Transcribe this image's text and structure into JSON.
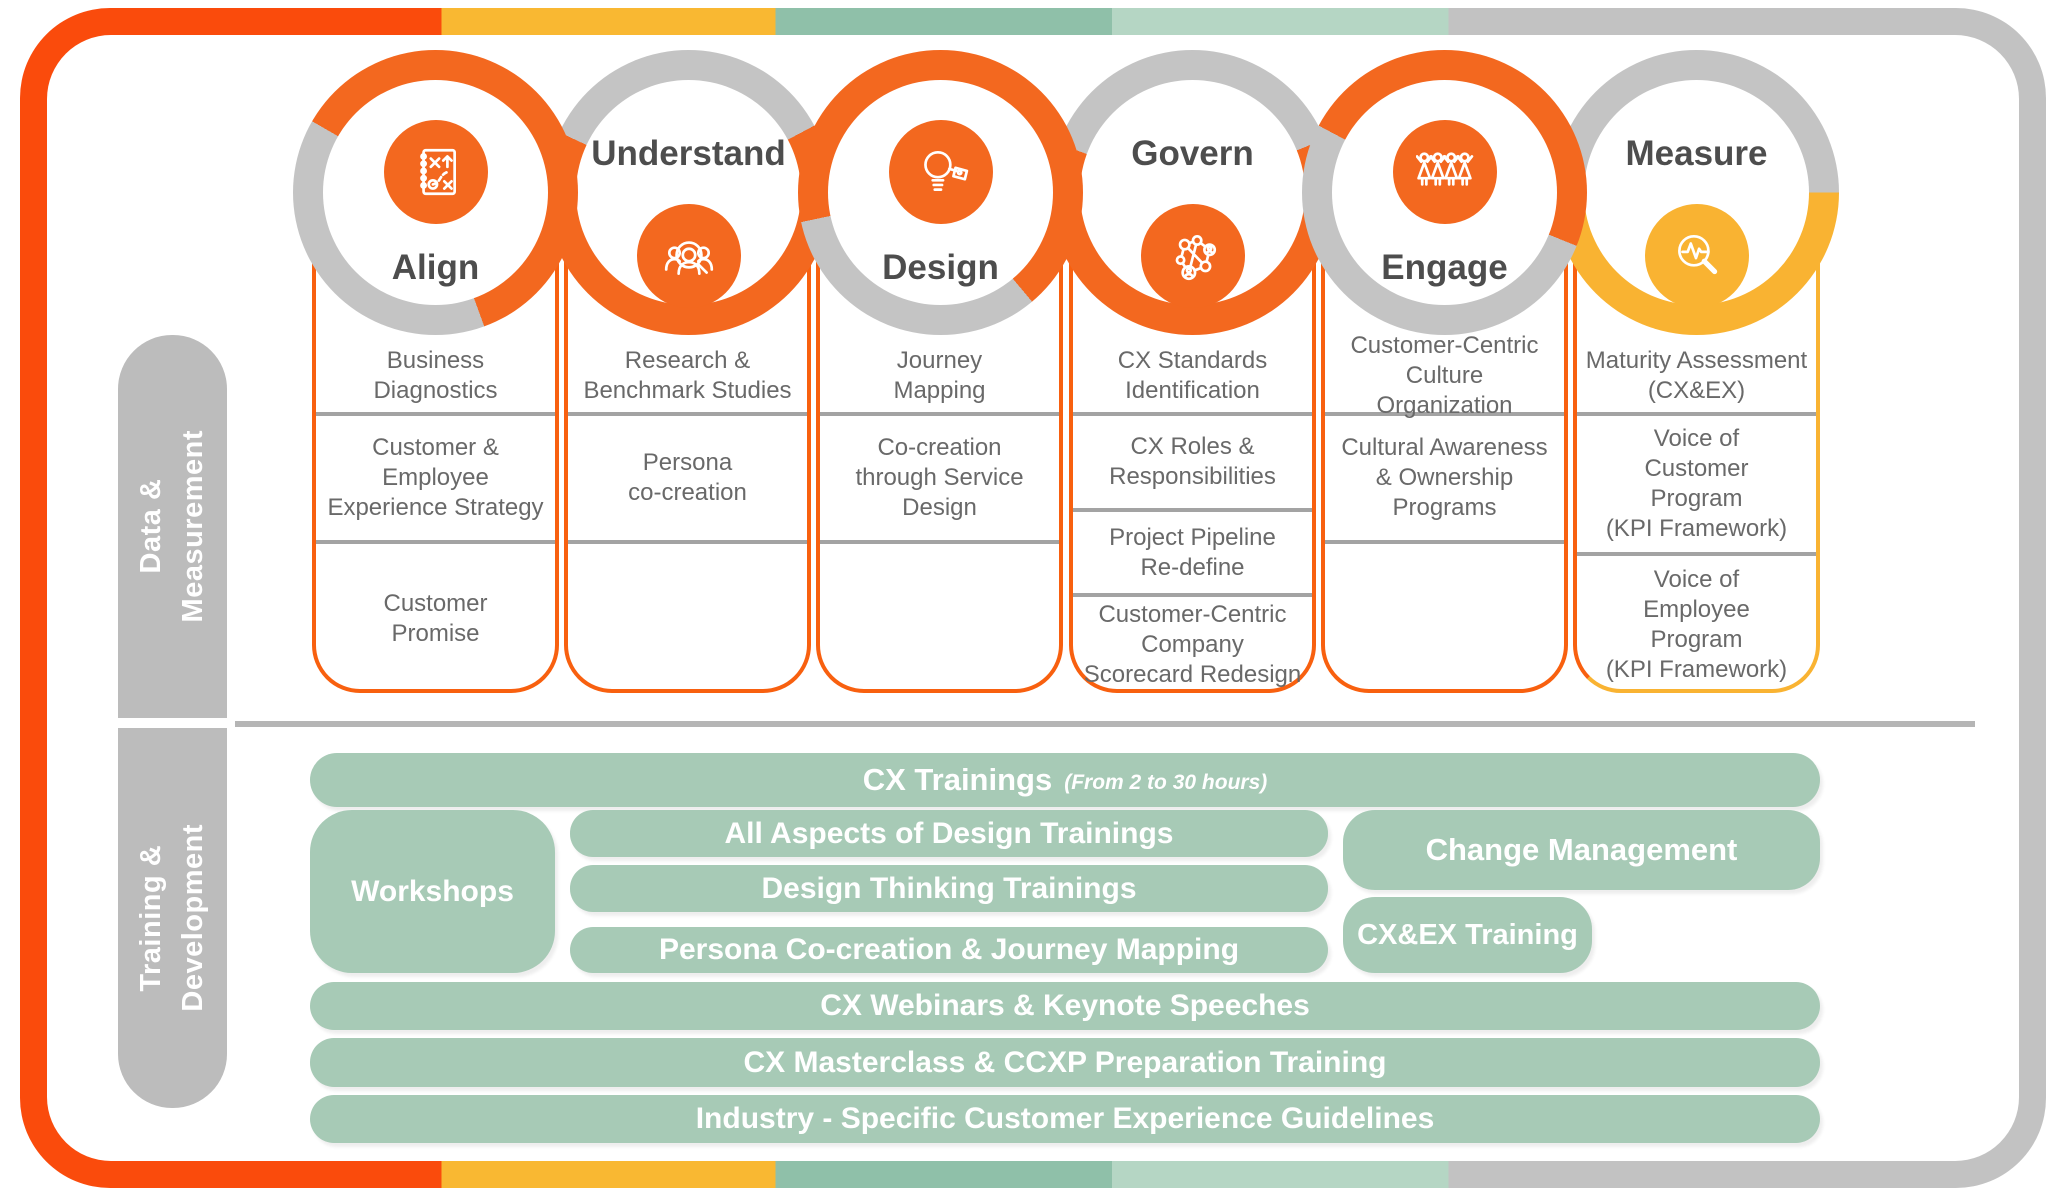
{
  "title": "CX Framework Diagram",
  "colors": {
    "frame_orange": "#fa4b0c",
    "ring_orange": "#f3681f",
    "column_border_orange": "#f8600f",
    "amber": "#f9b332",
    "ring_gray": "#c4c4c4",
    "frame_gray": "#c2c2c2",
    "tab_gray": "#bcbcbc",
    "sage_green": "#a7cab6",
    "sage_green_dark": "#8fc0a9",
    "sage_green_light": "#b5d6c4",
    "cell_text_gray": "#696969"
  },
  "sidebar": {
    "data_measurement": "Data &\nMeasurement",
    "training_development": "Training &\nDevelopment"
  },
  "phases": [
    {
      "name": "Align",
      "icon": "strategy-plan-icon",
      "items": [
        "Business\nDiagnostics",
        "Customer &\nEmployee\nExperience Strategy",
        "Customer\nPromise"
      ]
    },
    {
      "name": "Understand",
      "icon": "people-research-icon",
      "items": [
        "Research &\nBenchmark Studies",
        "Persona\nco-creation",
        ""
      ]
    },
    {
      "name": "Design",
      "icon": "lightbulb-tag-icon",
      "items": [
        "Journey\nMapping",
        "Co-creation\nthrough Service\nDesign",
        ""
      ]
    },
    {
      "name": "Govern",
      "icon": "people-network-icon",
      "items": [
        "CX Standards\nIdentification",
        "CX Roles &\nResponsibilities",
        "Project Pipeline\nRe-define",
        "Customer-Centric\nCompany\nScorecard Redesign"
      ]
    },
    {
      "name": "Engage",
      "icon": "celebrating-people-icon",
      "items": [
        "Customer-Centric\nCulture\nOrganization",
        "Cultural Awareness\n& Ownership\nPrograms",
        ""
      ]
    },
    {
      "name": "Measure",
      "icon": "magnifier-pulse-icon",
      "items": [
        "Maturity Assessment\n(CX&EX)",
        "Voice of\nCustomer\nProgram\n(KPI Framework)",
        "Voice of\nEmployee\nProgram\n(KPI Framework)"
      ]
    }
  ],
  "training": {
    "cx_trainings_title": "CX Trainings",
    "cx_trainings_subtitle": "(From 2 to 30 hours)",
    "workshops": "Workshops",
    "design_rows": [
      "All Aspects of Design Trainings",
      "Design Thinking Trainings",
      "Persona Co-creation & Journey Mapping"
    ],
    "change_management": "Change Management",
    "cxex_training": "CX&EX Training",
    "full_rows": [
      "CX Webinars & Keynote Speeches",
      "CX Masterclass & CCXP Preparation Training",
      "Industry - Specific Customer Experience Guidelines"
    ]
  }
}
